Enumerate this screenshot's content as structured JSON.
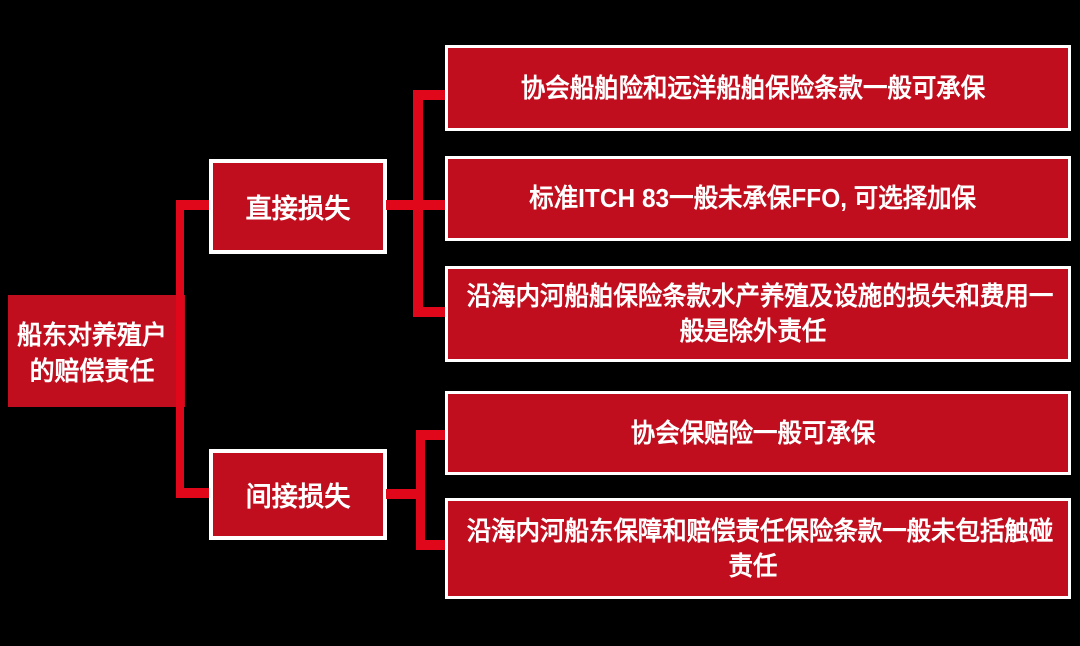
{
  "colors": {
    "background": "#000000",
    "box_fill": "#C10E1E",
    "box_border": "#FFFFFF",
    "line": "#E1071A",
    "text": "#FFFFFF"
  },
  "tree": {
    "root": {
      "lines": [
        "船东对养殖户",
        "的赔偿责任"
      ]
    },
    "branches": [
      {
        "label": "直接损失",
        "children": [
          {
            "lines": [
              "协会船舶险和远洋船舶保险条款一般可承保"
            ]
          },
          {
            "lines": [
              "标准ITCH 83一般未承保FFO, 可选择加保"
            ]
          },
          {
            "lines": [
              "沿海内河船舶保险条款水产养殖及设施的损失和费用一",
              "般是除外责任"
            ]
          }
        ]
      },
      {
        "label": "间接损失",
        "children": [
          {
            "lines": [
              "协会保赔险一般可承保"
            ]
          },
          {
            "lines": [
              "沿海内河船东保障和赔偿责任保险条款一般未包括触碰",
              "责任"
            ]
          }
        ]
      }
    ]
  }
}
